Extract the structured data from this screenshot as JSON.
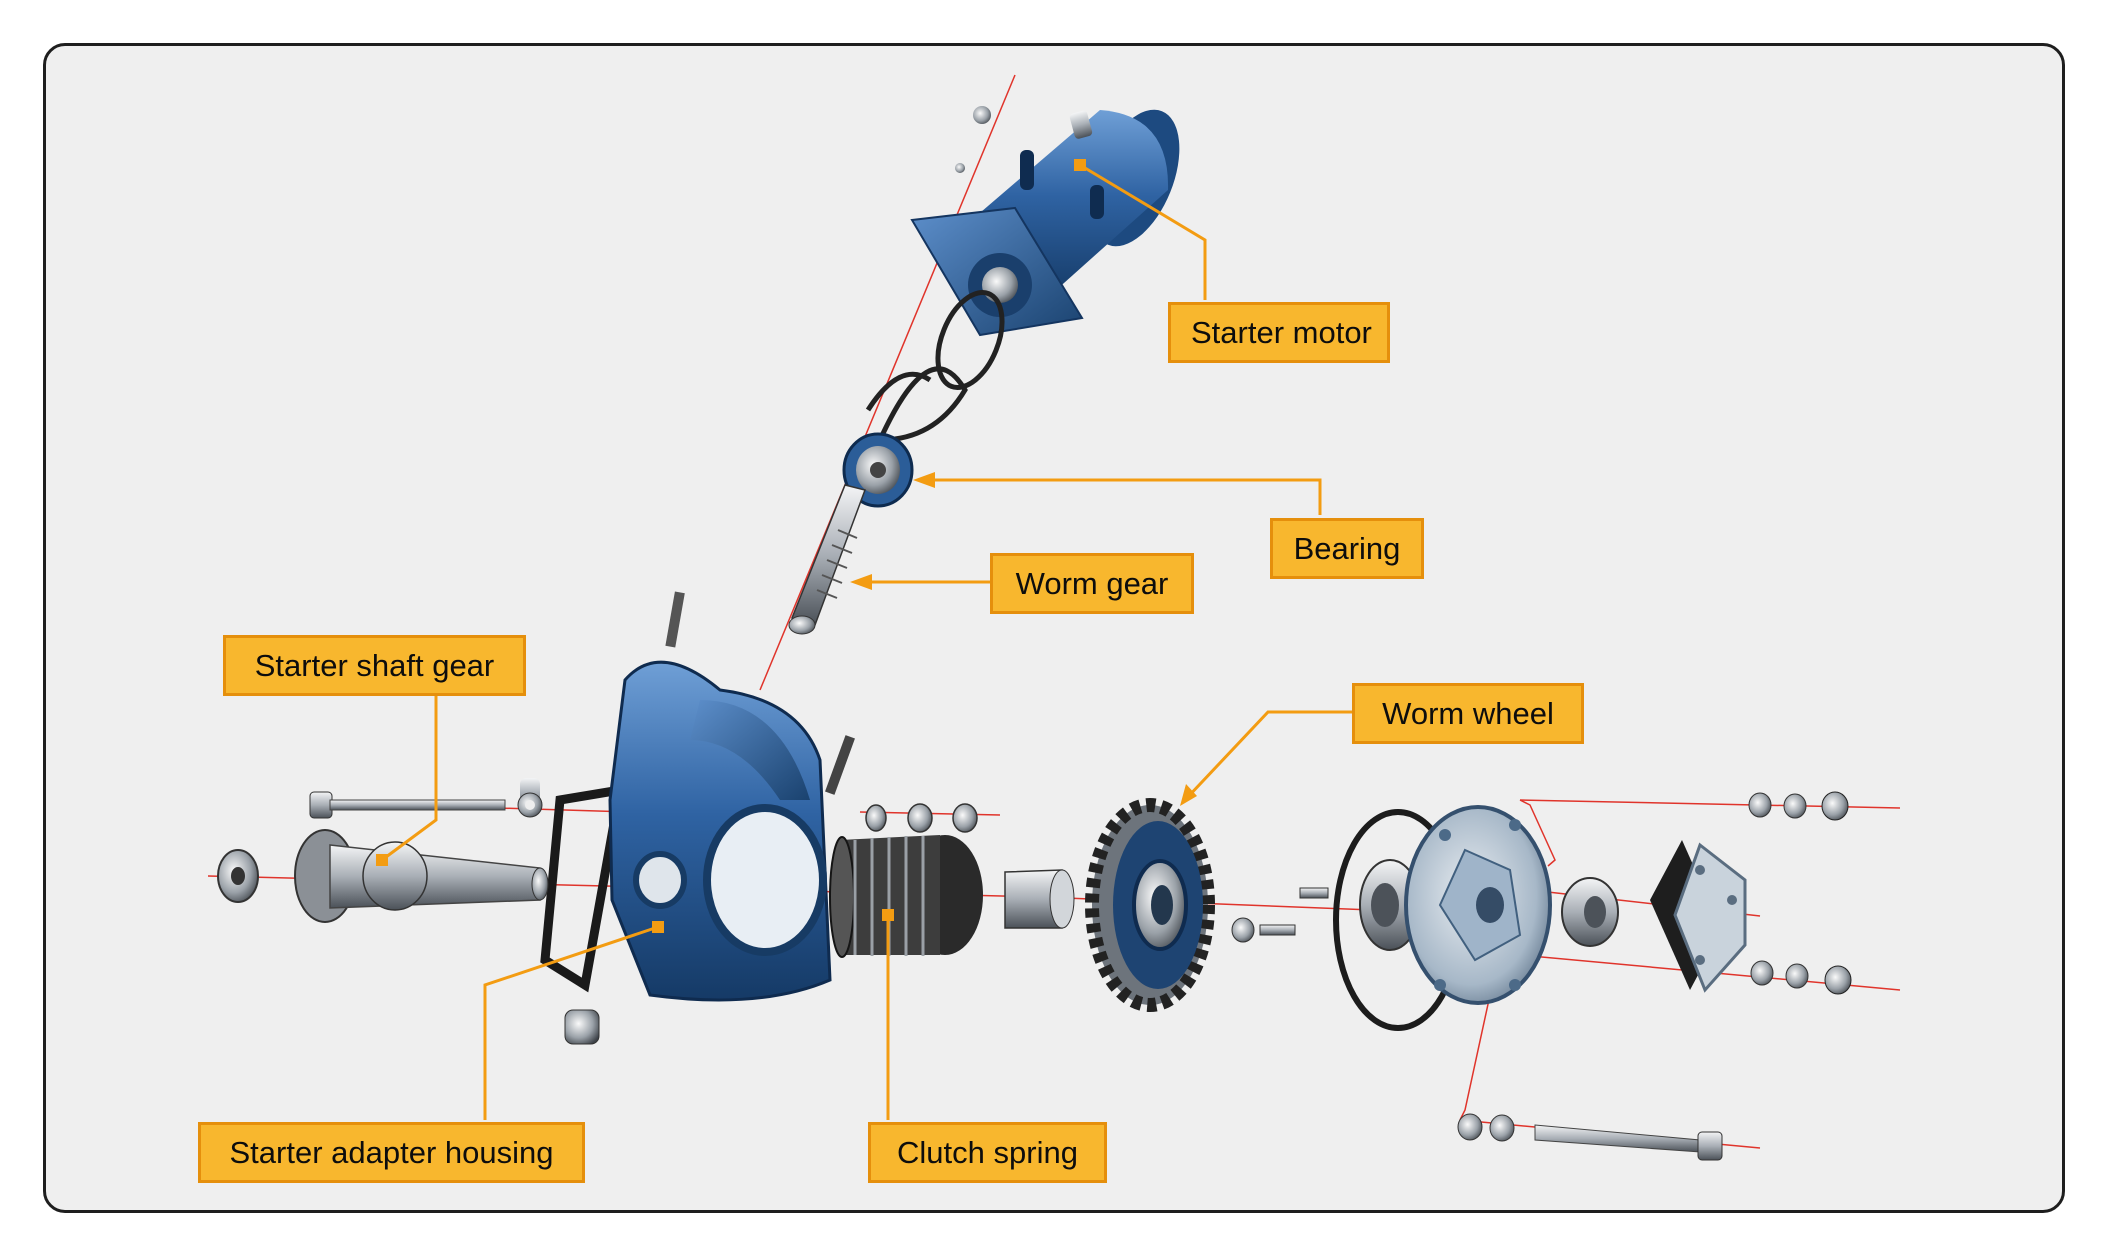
{
  "colors": {
    "panel_background": "#efefef",
    "panel_border": "#1e1e1e",
    "callout_fill": "#f8b72e",
    "callout_border": "#e58f0c",
    "leader_line": "#f39c12",
    "axis_line": "#e0342b",
    "housing_blue": "#2c5d94",
    "metal_grey": "#b9bec4"
  },
  "icons": [
    "starter-motor-icon",
    "bearing-icon",
    "worm-gear-icon",
    "housing-icon",
    "clutch-spring-icon",
    "worm-wheel-icon",
    "bolt-icon",
    "nut-icon"
  ],
  "callouts": {
    "starter_motor": "Starter motor",
    "bearing": "Bearing",
    "worm_gear": "Worm gear",
    "starter_shaft_gear": "Starter shaft gear",
    "worm_wheel": "Worm wheel",
    "starter_adapter_housing": "Starter adapter housing",
    "clutch_spring": "Clutch spring"
  }
}
